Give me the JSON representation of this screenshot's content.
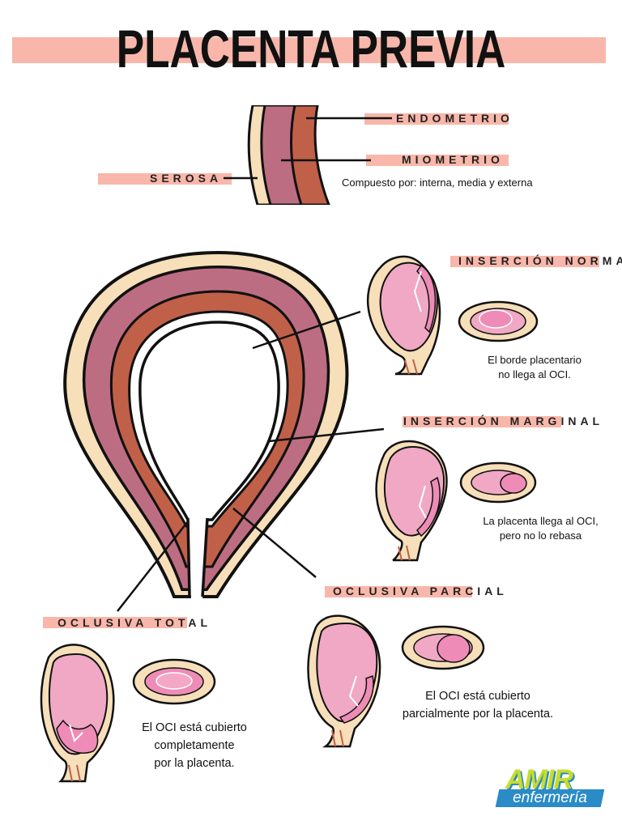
{
  "title": "PLACENTA PREVIA",
  "layers": {
    "endometrio": "ENDOMETRIO",
    "miometrio": "MIOMETRIO",
    "miometrio_note": "Compuesto por: interna, media y externa",
    "serosa": "SEROSA"
  },
  "types": {
    "normal": {
      "label": "INSERCIÓN NORMAL",
      "desc_1": "El borde placentario",
      "desc_2": "no llega al OCI."
    },
    "marginal": {
      "label": "INSERCIÓN MARGINAL",
      "desc_1": "La placenta llega al OCI,",
      "desc_2": "pero no lo rebasa"
    },
    "parcial": {
      "label": "OCLUSIVA PARCIAL",
      "desc_1": "El OCI está cubierto",
      "desc_2": "parcialmente por la placenta."
    },
    "total": {
      "label": "OCLUSIVA TOTAL",
      "desc_1": "El OCI está cubierto",
      "desc_2": "completamente",
      "desc_3": "por la placenta."
    }
  },
  "logo": {
    "brand": "AMIR",
    "sub": "enfermería"
  },
  "colors": {
    "band": "#f8b7aa",
    "serosa": "#f6dfb9",
    "miometrio": "#bd6d82",
    "endometrio": "#c16048",
    "placenta": "#ee8cb7",
    "inner": "#f0a8c4"
  }
}
